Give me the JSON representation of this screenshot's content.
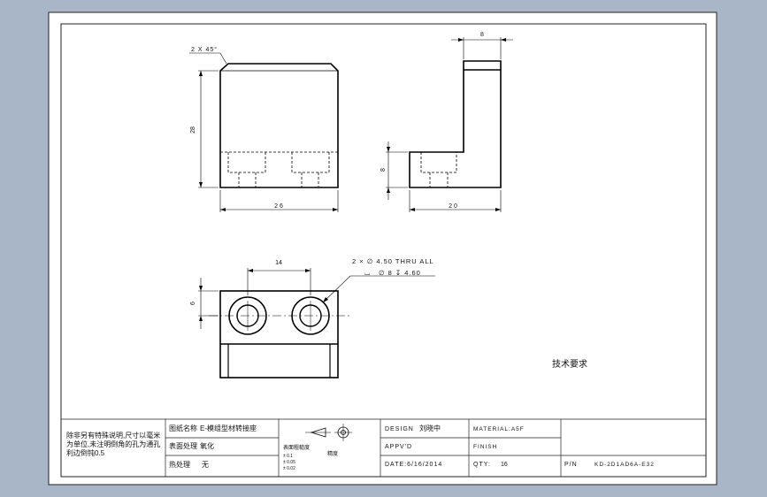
{
  "dimensions": {
    "chamfer": "2 X 45°",
    "height": "28",
    "width_front": "26",
    "side_thickness": "8",
    "side_base_height": "8",
    "side_depth": "20",
    "hole_spacing": "14",
    "hole_offset": "6"
  },
  "hole_callout": {
    "line1": "2 × ∅ 4.50 THRU ALL",
    "line2_prefix": "⌴",
    "line2_text": "∅ 8 ↧ 4.60"
  },
  "tech_note": "技术要求",
  "title_block": {
    "notes_lines": [
      "除非另有特殊说明,尺寸以毫米",
      "为单位,未注明倒角的孔为通孔",
      "利边倒钝0.5"
    ],
    "drawing_name_label": "图纸名称",
    "drawing_name_value": "E-模组型材转接座",
    "surface_label": "表面处理",
    "surface_value": "氧化",
    "heat_label": "热处理",
    "heat_value": "无",
    "roughness_label": "表面粗糙度",
    "tolerance_lines": [
      "± 0.1",
      "± 0.05",
      "± 0.02"
    ],
    "precision_label": "精度",
    "design_label": "DESIGN",
    "design_value": "刘晓中",
    "appvd_label": "APPV'D",
    "date_label": "DATE:6/16/2014",
    "material_label": "MATERIAL:A5F",
    "finish_label": "FINISH",
    "qty_label": "QTY:",
    "qty_value": "16",
    "pn_label": "P/N",
    "pn_value": "KD-2D1AD6A-E32"
  }
}
